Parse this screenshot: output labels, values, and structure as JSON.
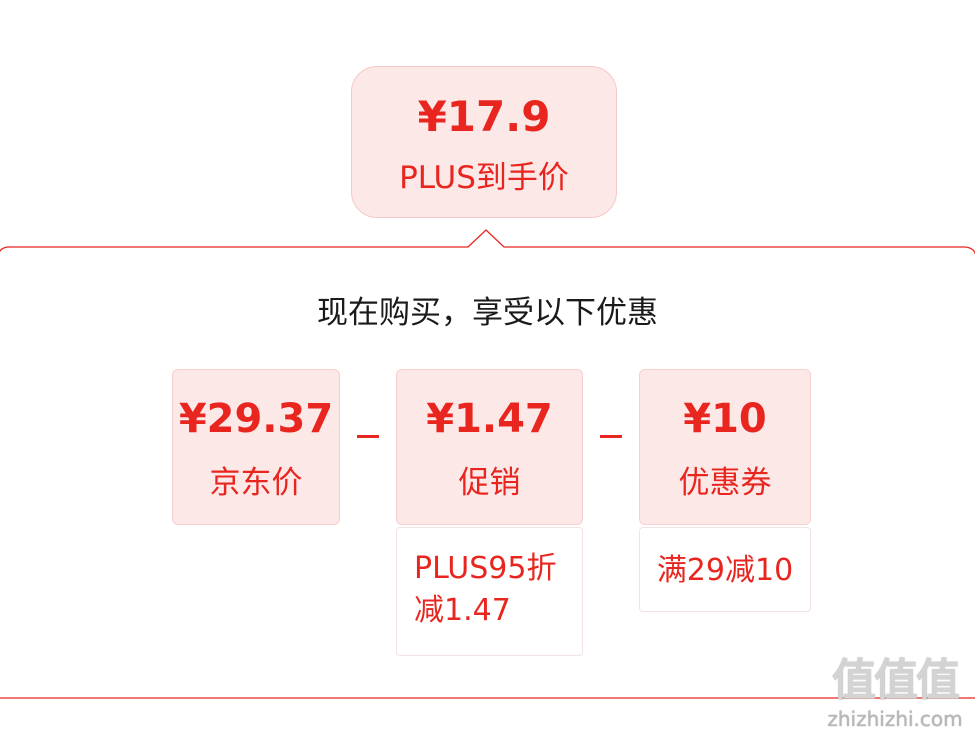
{
  "final_price": {
    "amount": "¥17.9",
    "label": "PLUS到手价"
  },
  "headline": "现在购买，享受以下优惠",
  "components": {
    "jd_price": {
      "amount": "¥29.37",
      "label": "京东价"
    },
    "promotion": {
      "amount": "¥1.47",
      "label": "促销",
      "detail": "PLUS95折减1.47"
    },
    "coupon": {
      "amount": "¥10",
      "label": "优惠券",
      "detail": "满29减10"
    }
  },
  "watermark": {
    "logo": "值值值",
    "url": "zhizhizhi.com"
  },
  "colors": {
    "accent": "#e8261f",
    "box_fill": "#fde8e8",
    "outline": "#e8261f"
  }
}
